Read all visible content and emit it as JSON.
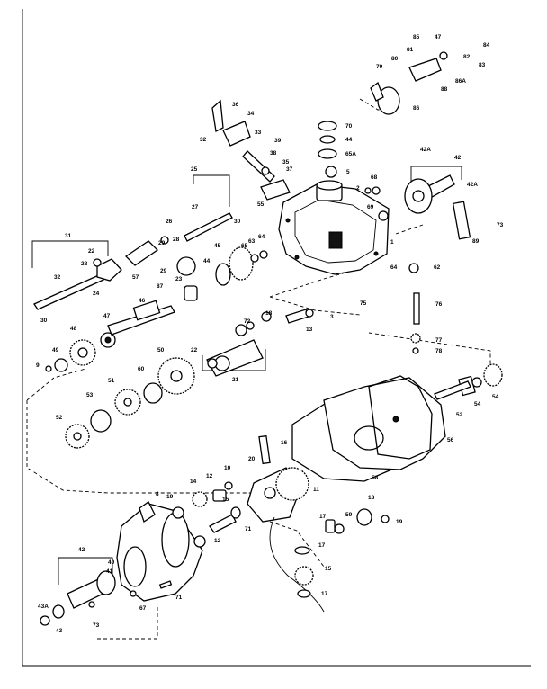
{
  "labels": {
    "l85": "85",
    "l47": "47",
    "l84": "84",
    "l81": "81",
    "l82": "82",
    "l83": "83",
    "l80": "80",
    "l86a": "86A",
    "l88": "88",
    "l79": "79",
    "l86": "86",
    "l36": "36",
    "l34": "34",
    "l33": "33",
    "l32": "32",
    "l39": "39",
    "l70": "70",
    "l44": "44",
    "l38": "38",
    "l35": "35",
    "l37": "37",
    "l65a": "65A",
    "l5": "5",
    "l42a": "42A",
    "l42": "42",
    "l42a2": "42A",
    "l68": "68",
    "l2": "2",
    "l69": "69",
    "l25": "25",
    "l55": "55",
    "l30a": "30",
    "l26": "26",
    "l27": "27",
    "l1": "1",
    "l73a": "73",
    "l89": "89",
    "l31": "31",
    "l22a": "22",
    "l28a": "28",
    "l29a": "29",
    "l28b": "28",
    "l29b": "29",
    "l45": "45",
    "l65": "65",
    "l63": "63",
    "l64": "64",
    "l64b": "64",
    "l62": "62",
    "l32b": "32",
    "l24": "24",
    "l57": "57",
    "l44b": "44",
    "l87a": "87",
    "l23": "23",
    "l30b": "30",
    "l75": "75",
    "l76": "76",
    "l46": "46",
    "l47b": "47",
    "l48": "48",
    "l72": "72",
    "l18": "18",
    "l3": "3",
    "l13": "13",
    "l77": "77",
    "l78": "78",
    "l49": "49",
    "l9": "9",
    "l50": "50",
    "l22b": "22",
    "l60": "60",
    "l21": "21",
    "l51": "51",
    "l53": "53",
    "l52": "52",
    "l52b": "52",
    "l54": "54",
    "l54b": "54",
    "l56": "56",
    "l16": "16",
    "l20": "20",
    "l58": "58",
    "l11": "11",
    "l14": "14",
    "l12": "12",
    "l10": "10",
    "l19": "19",
    "l15": "15",
    "l17": "17",
    "l71": "71",
    "l12b": "12",
    "l17b": "17",
    "l15b": "15",
    "l17c": "17",
    "l18b": "18",
    "l19b": "19",
    "l59": "59",
    "l8": "8",
    "l42b": "42",
    "l40": "40",
    "l43a": "43A",
    "l43": "43",
    "l73b": "73",
    "l67": "67",
    "l71b": "71",
    "l41": "41"
  }
}
